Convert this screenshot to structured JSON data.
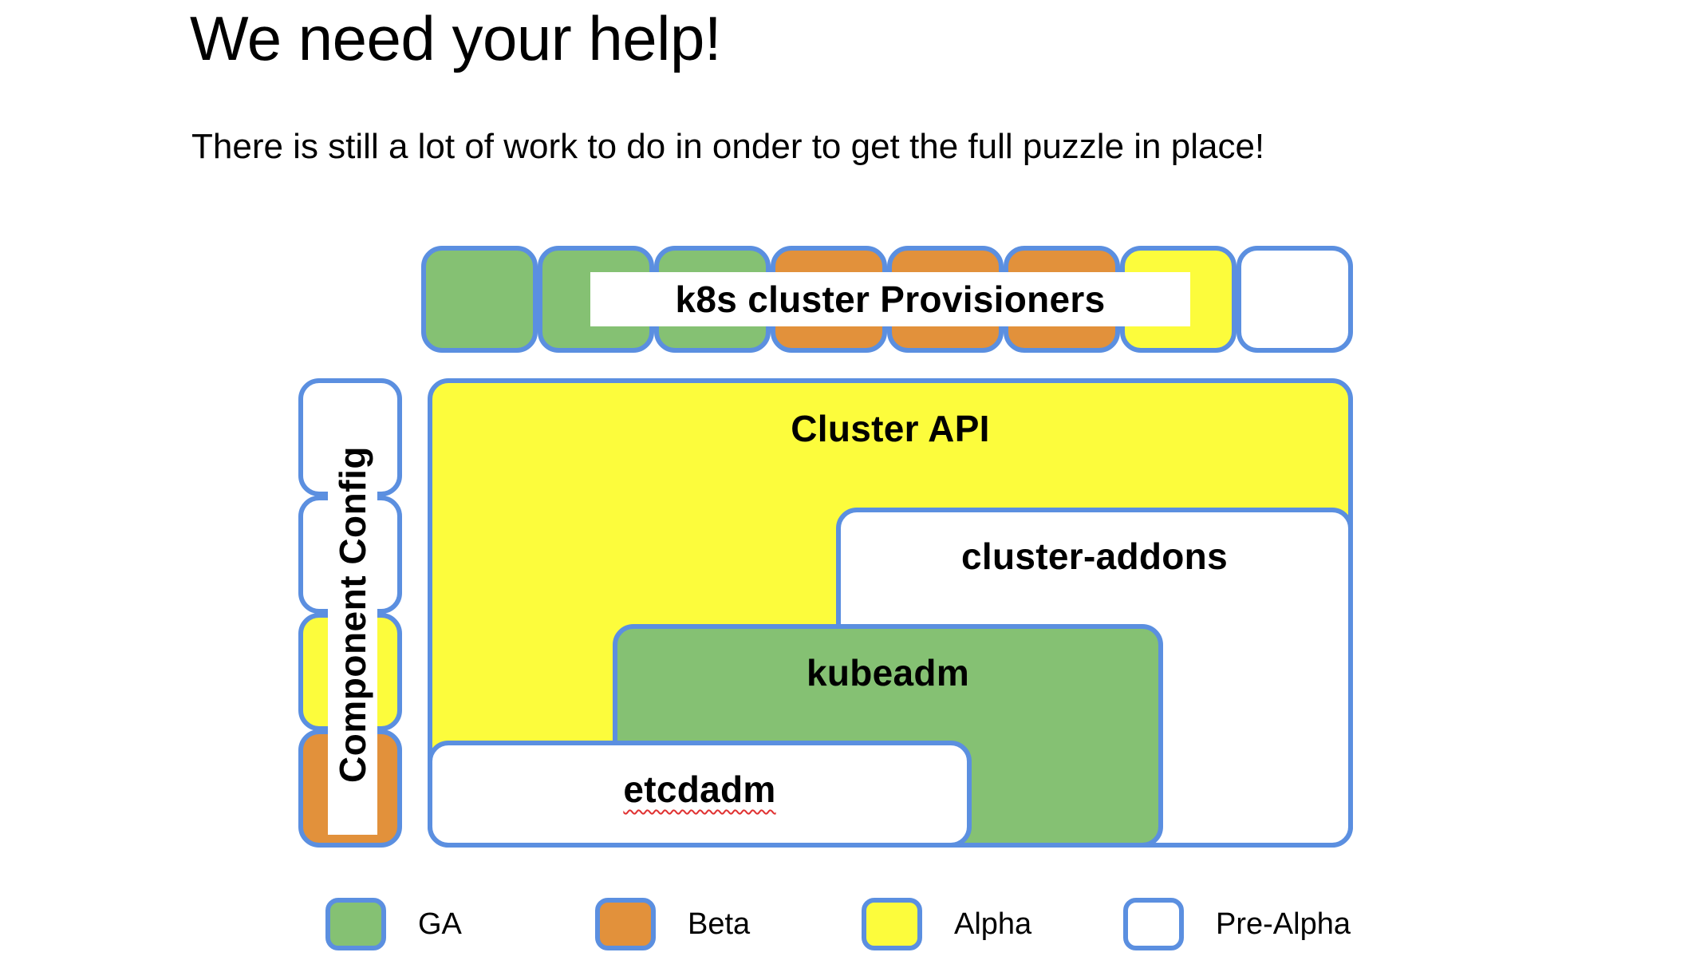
{
  "slide": {
    "title": "We need your help!",
    "subtitle": "There is still a lot of work to do in onder to get the full puzzle in place!"
  },
  "colors": {
    "ga": "#85c173",
    "beta": "#e2913b",
    "alpha": "#fcfc3c",
    "pre_alpha": "#ffffff",
    "border": "#5b8fe0",
    "spellcheck": "#e03131",
    "text": "#000000",
    "background": "#ffffff"
  },
  "provisioners": {
    "label": "k8s cluster Provisioners",
    "tiles": [
      {
        "status": "GA",
        "fill": "ga"
      },
      {
        "status": "GA",
        "fill": "ga"
      },
      {
        "status": "GA",
        "fill": "ga"
      },
      {
        "status": "Beta",
        "fill": "beta"
      },
      {
        "status": "Beta",
        "fill": "beta"
      },
      {
        "status": "Beta",
        "fill": "beta"
      },
      {
        "status": "Alpha",
        "fill": "alpha"
      },
      {
        "status": "Pre-Alpha",
        "fill": "prealpha"
      }
    ]
  },
  "component_config": {
    "label": "Component Config",
    "tiles": [
      {
        "status": "Pre-Alpha",
        "fill": "prealpha"
      },
      {
        "status": "Pre-Alpha",
        "fill": "prealpha"
      },
      {
        "status": "Alpha",
        "fill": "alpha"
      },
      {
        "status": "Beta",
        "fill": "beta"
      }
    ]
  },
  "stack": {
    "cluster_api": {
      "label": "Cluster API",
      "status": "Alpha"
    },
    "cluster_addons": {
      "label": "cluster-addons",
      "status": "Pre-Alpha"
    },
    "kubeadm": {
      "label": "kubeadm",
      "status": "GA"
    },
    "etcdadm": {
      "label": "etcdadm",
      "status": "Pre-Alpha",
      "spellcheck_underline": true
    }
  },
  "legend": {
    "items": [
      {
        "label": "GA",
        "fill": "ga"
      },
      {
        "label": "Beta",
        "fill": "beta"
      },
      {
        "label": "Alpha",
        "fill": "alpha"
      },
      {
        "label": "Pre-Alpha",
        "fill": "prealpha"
      }
    ]
  }
}
